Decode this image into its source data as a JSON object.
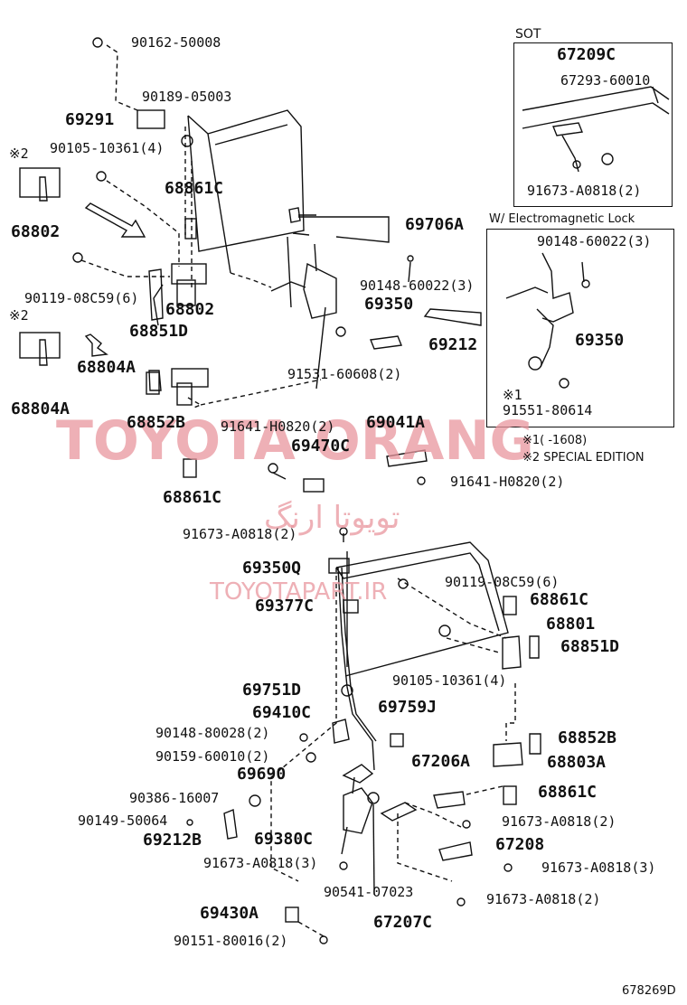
{
  "labels": {
    "p90162_50008": "90162-50008",
    "p90189_05003": "90189-05003",
    "p69291": "69291",
    "p90105_10361_top": "90105-10361(4)",
    "note2_a": "※2",
    "p68861c_top": "68861C",
    "p68802_left": "68802",
    "p69706a": "69706A",
    "p90119_08c59_top": "90119-08C59(6)",
    "p68802_mid": "68802",
    "p90148_60022_top": "90148-60022(3)",
    "p69350_mid": "69350",
    "p68851d_top": "68851D",
    "note2_b": "※2",
    "p69212_top": "69212",
    "p68804a_mid": "68804A",
    "p91531_60608": "91531-60608(2)",
    "p68804a_left": "68804A",
    "p68852b_top": "68852B",
    "p91641_h0820_a": "91641-H0820(2)",
    "p69041a": "69041A",
    "p69470c": "69470C",
    "p91641_h0820_b": "91641-H0820(2)",
    "p68861c_mid": "68861C",
    "p91673_a0818_top": "91673-A0818(2)",
    "p69350q": "69350Q",
    "p90119_08c59_low": "90119-08C59(6)",
    "p68861c_r1": "68861C",
    "p69377c": "69377C",
    "p68801": "68801",
    "p68851d_low": "68851D",
    "p90105_10361_low": "90105-10361(4)",
    "p69751d": "69751D",
    "p69410c": "69410C",
    "p69759j": "69759J",
    "p90148_80028": "90148-80028(2)",
    "p68852b_low": "68852B",
    "p90159_60010": "90159-60010(2)",
    "p67206a": "67206A",
    "p68803a": "68803A",
    "p69690": "69690",
    "p68861c_r2": "68861C",
    "p90386_16007": "90386-16007",
    "p90149_50064": "90149-50064",
    "p91673_a0818_mid": "91673-A0818(2)",
    "p69212b": "69212B",
    "p69380c": "69380C",
    "p67208": "67208",
    "p91673_a0818_3a": "91673-A0818(3)",
    "p91673_a0818_3b": "91673-A0818(3)",
    "p90541_07023": "90541-07023",
    "p91673_a0818_low": "91673-A0818(2)",
    "p69430a": "69430A",
    "p67207c": "67207C",
    "p90151_80016": "90151-80016(2)",
    "sot_title": "SOT",
    "sot_p67209c": "67209C",
    "sot_p67293_60010": "67293-60010",
    "sot_p91673_a0818": "91673-A0818(2)",
    "em_title": "W/ Electromagnetic Lock",
    "em_p90148_60022": "90148-60022(3)",
    "em_p69350": "69350",
    "em_note1": "※1",
    "em_p91551_80614": "91551-80614",
    "footnote1": "※1(     -1608)",
    "footnote2": "※2 SPECIAL EDITION",
    "figure_number": "678269D"
  },
  "watermarks": {
    "brand": "TOYOTA ORANG",
    "persian": "تویوتا ارنگ",
    "site": "TOYOTAPART.IR"
  },
  "colors": {
    "line": "#111111",
    "watermark": "#e8969e"
  }
}
